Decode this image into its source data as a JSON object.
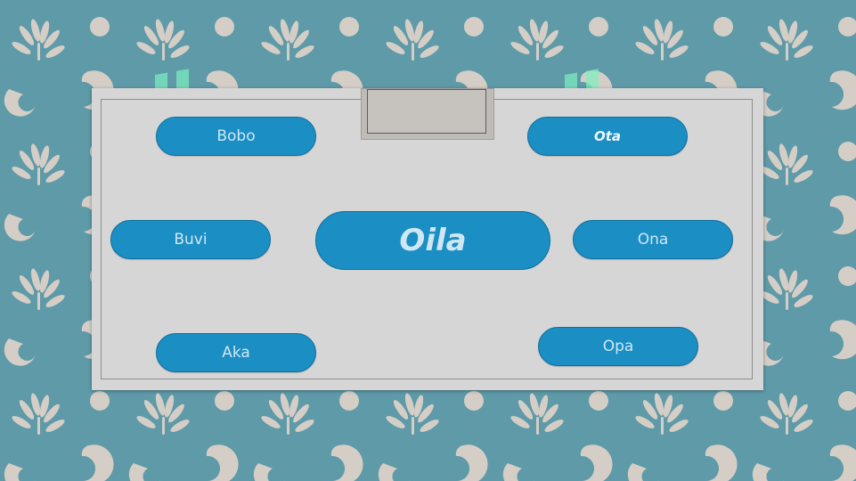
{
  "colors": {
    "background": "#5e9aa8",
    "pattern": "#d4cec6",
    "board": "#d6d6d6",
    "pill": "#1b8ec4",
    "pill_text": "#cfe7f3",
    "watermark": "#7ef0c0"
  },
  "center": {
    "label": "Oila"
  },
  "buttons": {
    "bobo": "Bobo",
    "ota": "Ota",
    "buvi": "Buvi",
    "ona": "Ona",
    "aka": "Aka",
    "opa": "Opa"
  },
  "icons": {
    "watermark": "logo-watermark-icon",
    "pattern": "floral-pattern"
  }
}
